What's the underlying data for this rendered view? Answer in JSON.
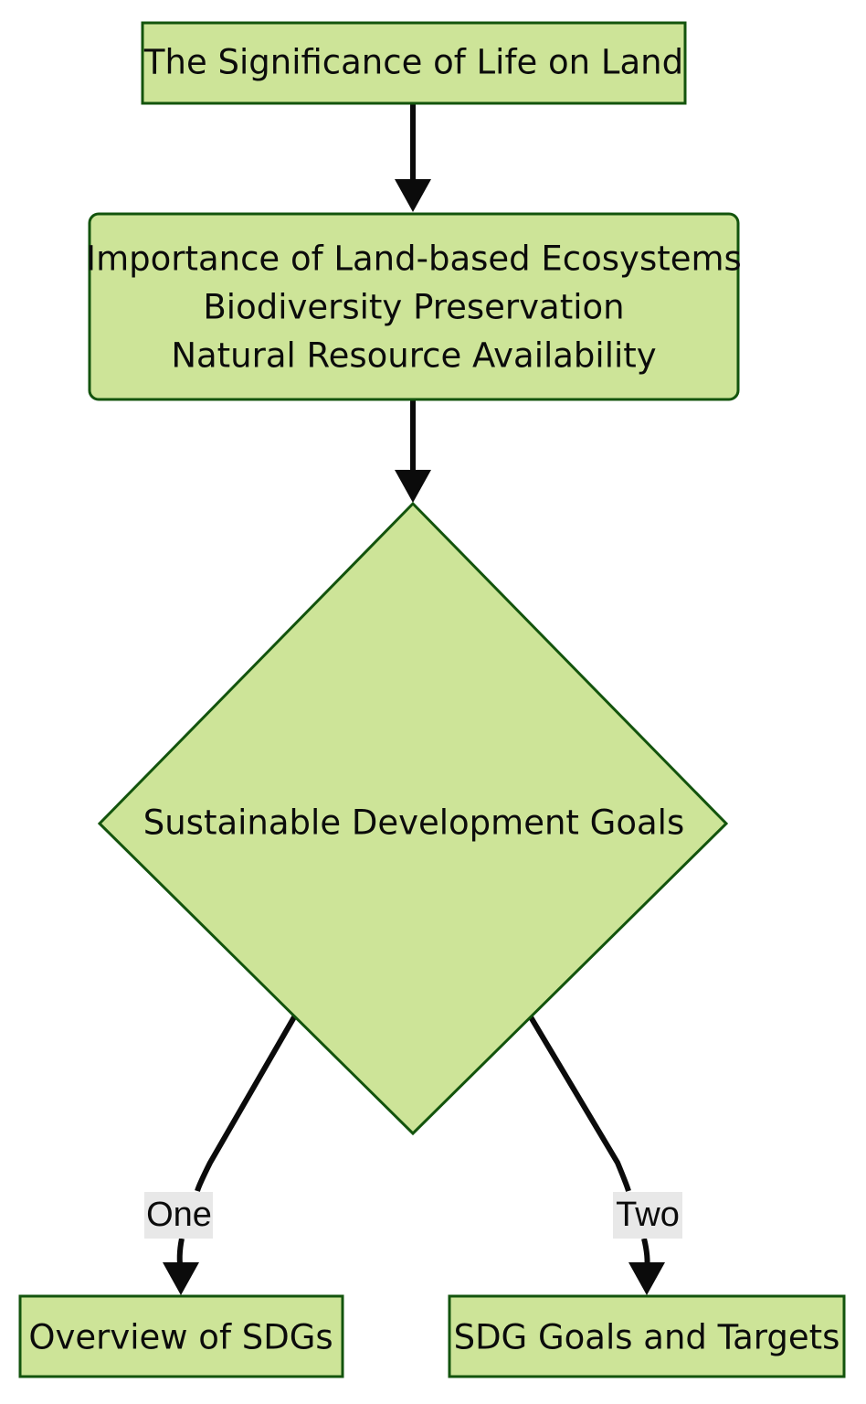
{
  "diagram": {
    "type": "flowchart",
    "direction": "top-down",
    "background_color": "#ffffff",
    "node_fill_color": "#cde498",
    "node_border_color": "#13540d",
    "edge_color": "#0b0b0b",
    "edge_label_background": "#e8e8e8",
    "text_color": "#0b0b0b"
  },
  "nodes": {
    "root": {
      "id": "root",
      "shape": "rectangle",
      "label": "The Significance of Life on Land"
    },
    "importance": {
      "id": "importance",
      "shape": "rounded-rectangle",
      "label_line_1": "Importance of Land-based Ecosystems",
      "label_line_2": "Biodiversity Preservation",
      "label_line_3": "Natural Resource Availability"
    },
    "sdg": {
      "id": "sdg",
      "shape": "diamond",
      "label": "Sustainable Development Goals"
    },
    "overview": {
      "id": "overview",
      "shape": "rectangle",
      "label": "Overview of SDGs"
    },
    "targets": {
      "id": "targets",
      "shape": "rectangle",
      "label": "SDG Goals and Targets"
    }
  },
  "edges": [
    {
      "id": "e1",
      "from": "root",
      "to": "importance",
      "label": ""
    },
    {
      "id": "e2",
      "from": "importance",
      "to": "sdg",
      "label": ""
    },
    {
      "id": "e3",
      "from": "sdg",
      "to": "overview",
      "label": "One"
    },
    {
      "id": "e4",
      "from": "sdg",
      "to": "targets",
      "label": "Two"
    }
  ],
  "edge_labels": {
    "one": "One",
    "two": "Two"
  }
}
